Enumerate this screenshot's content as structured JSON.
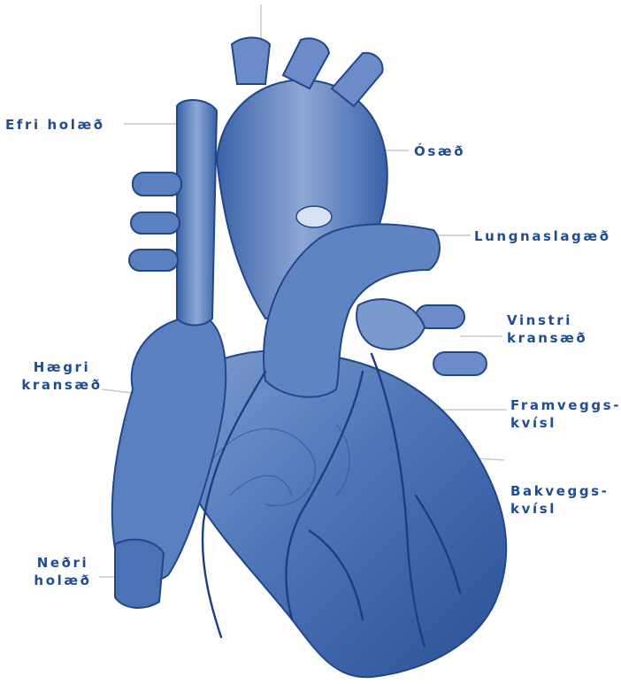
{
  "colors": {
    "label": "#1f4d93",
    "heart_fill": "#4a72b4",
    "heart_dark": "#21468c",
    "heart_light": "#8fa9d6",
    "leader_line": "#c9c9c9"
  },
  "labels": {
    "efri_holaed": "Efri holæð",
    "osaed": "Ósæð",
    "lungnaslagaed": "Lungnaslagæð",
    "vinstri_kransaed": [
      "Vinstri",
      "kransæð"
    ],
    "haegri_kransaed": [
      "Hægri",
      "kransæð"
    ],
    "framveggskvisl": [
      "Framveggs-",
      "kvísl"
    ],
    "bakveggskvisl": [
      "Bakveggs-",
      "kvísl"
    ],
    "nedri_holaed": [
      "Neðri",
      "holæð"
    ]
  }
}
